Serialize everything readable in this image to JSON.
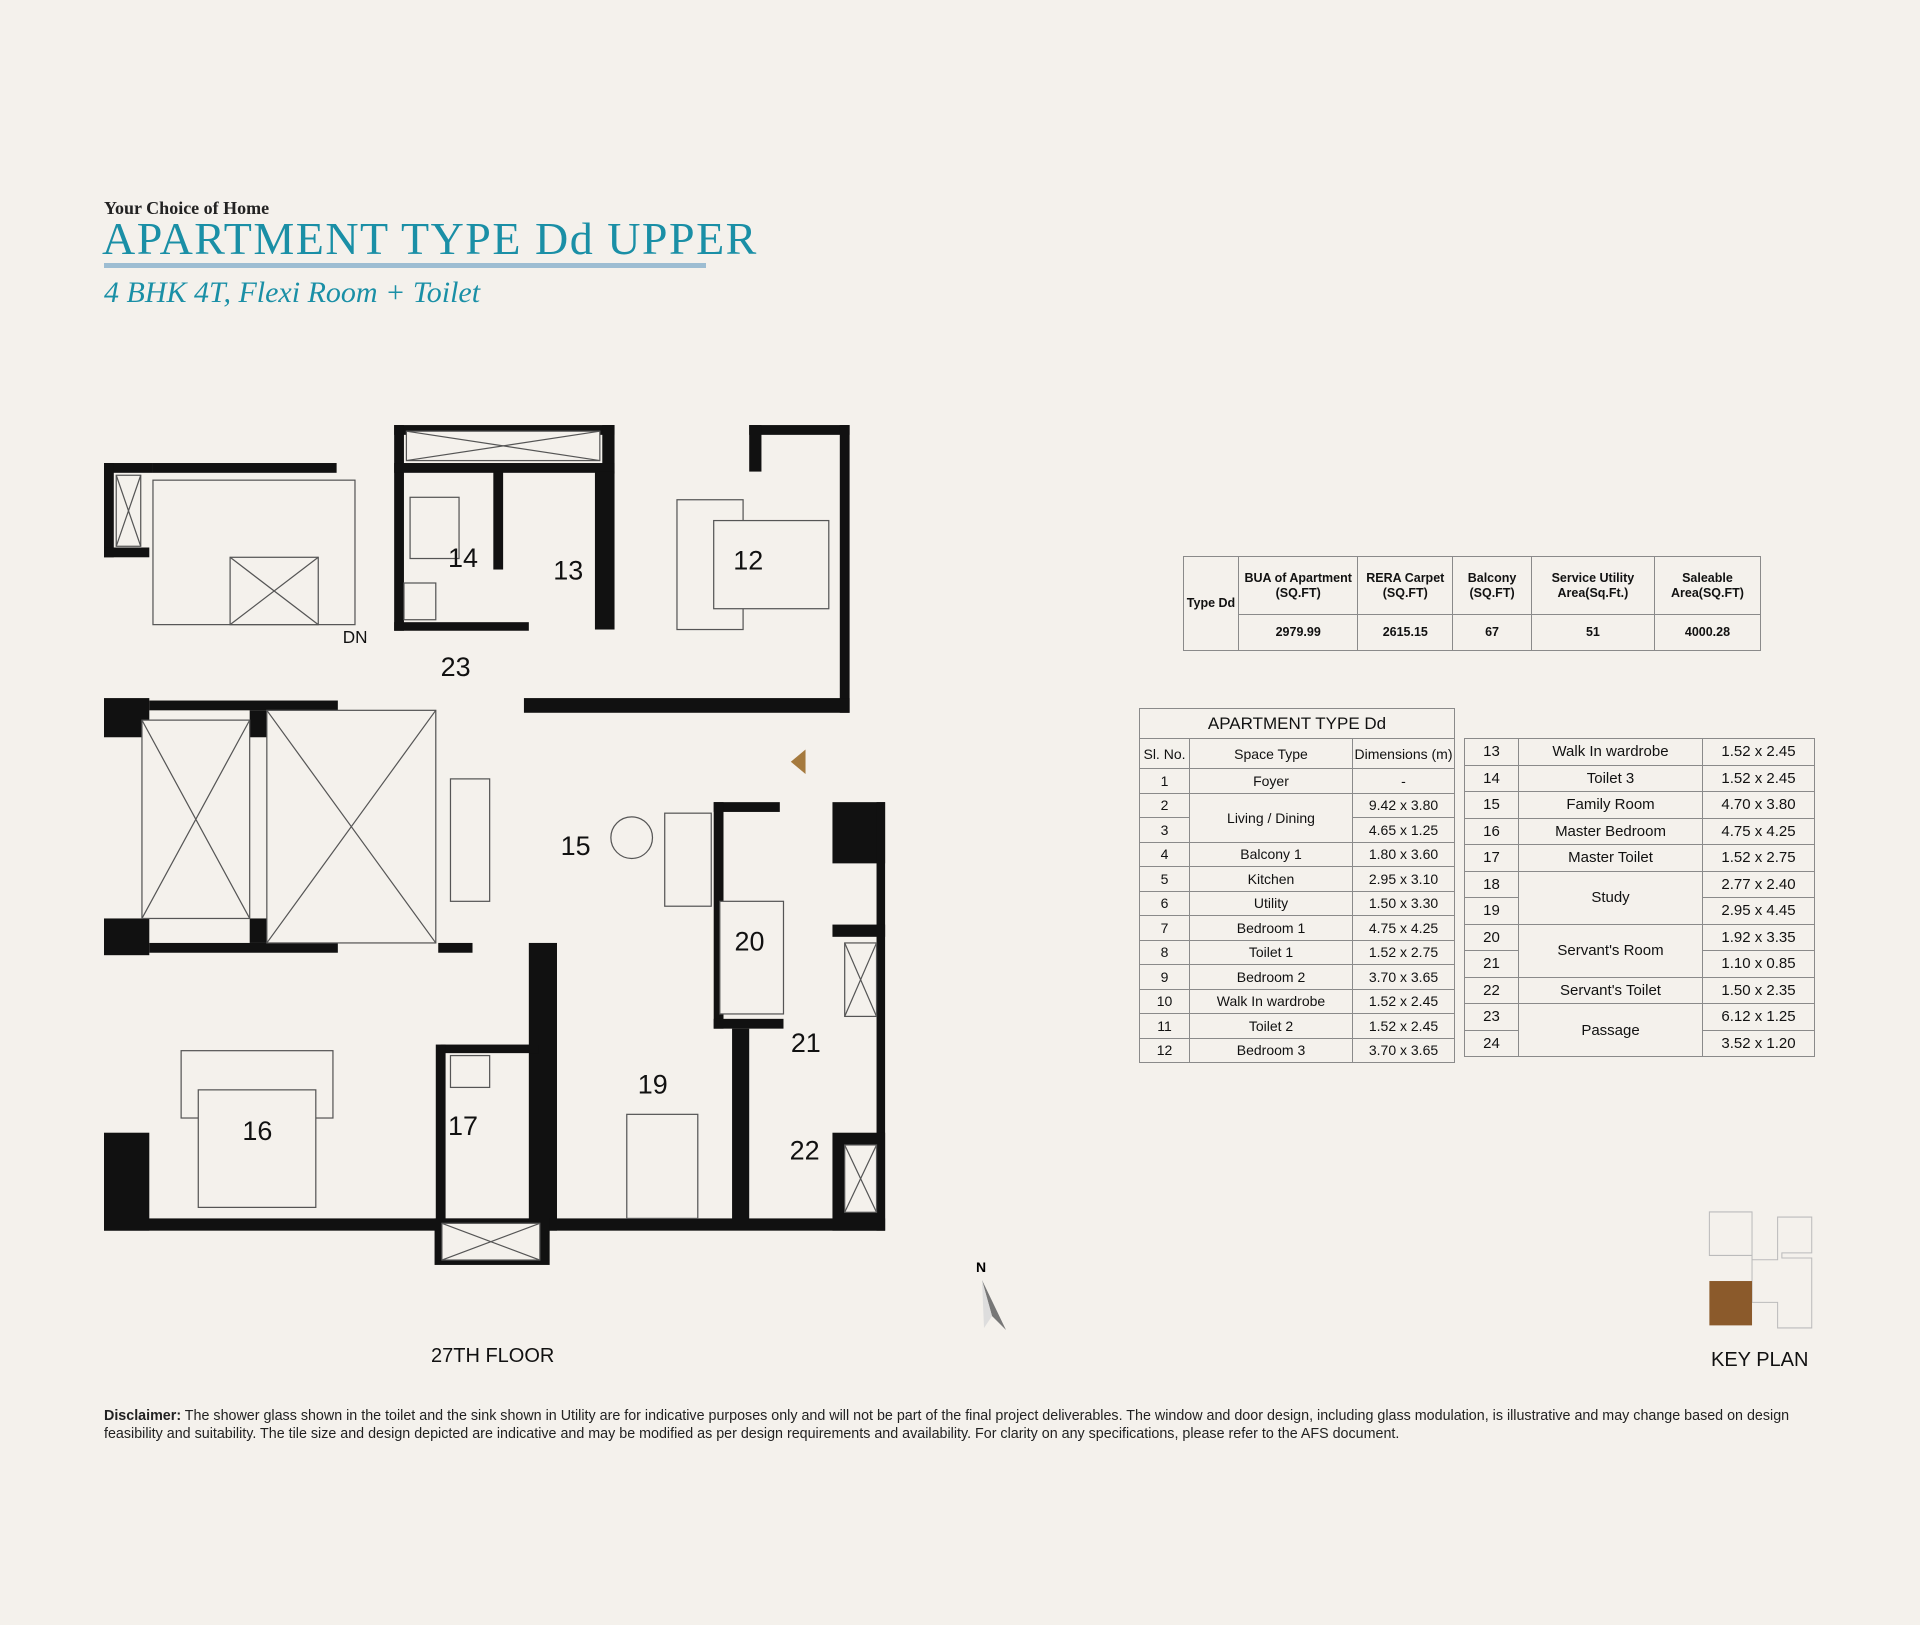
{
  "header": {
    "tagline": "Your Choice of Home",
    "title": "APARTMENT TYPE Dd UPPER",
    "subtitle": "4 BHK 4T, Flexi Room + Toilet",
    "accent_color": "#1a8fa6"
  },
  "plan": {
    "room_labels": {
      "r12": "12",
      "r13": "13",
      "r14": "14",
      "dn": "DN",
      "r23": "23",
      "r15": "15",
      "r20": "20",
      "r21": "21",
      "r19": "19",
      "r16": "16",
      "r17": "17",
      "r22": "22"
    },
    "floor_label": "27TH FLOOR",
    "north_label": "N"
  },
  "summary": {
    "type_label": "Type Dd",
    "headers": [
      "BUA of Apartment (SQ.FT)",
      "RERA Carpet (SQ.FT)",
      "Balcony (SQ.FT)",
      "Service Utility Area(Sq.Ft.)",
      "Saleable Area(SQ.FT)"
    ],
    "values": [
      "2979.99",
      "2615.15",
      "67",
      "51",
      "4000.28"
    ]
  },
  "rooms": {
    "title": "APARTMENT TYPE Dd",
    "headers": [
      "Sl. No.",
      "Space Type",
      "Dimensions (m)"
    ],
    "left": [
      {
        "no": "1",
        "space": "Foyer",
        "dim": "-"
      },
      {
        "no": "2",
        "space": "Living / Dining",
        "span": 2,
        "dim": "9.42 x 3.80"
      },
      {
        "no": "3",
        "dim": "4.65 x 1.25"
      },
      {
        "no": "4",
        "space": "Balcony 1",
        "dim": "1.80 x 3.60"
      },
      {
        "no": "5",
        "space": "Kitchen",
        "dim": "2.95 x 3.10"
      },
      {
        "no": "6",
        "space": "Utility",
        "dim": "1.50 x 3.30"
      },
      {
        "no": "7",
        "space": "Bedroom 1",
        "dim": "4.75 x 4.25"
      },
      {
        "no": "8",
        "space": "Toilet 1",
        "dim": "1.52 x 2.75"
      },
      {
        "no": "9",
        "space": "Bedroom 2",
        "dim": "3.70 x 3.65"
      },
      {
        "no": "10",
        "space": "Walk In wardrobe",
        "dim": "1.52 x 2.45"
      },
      {
        "no": "11",
        "space": "Toilet 2",
        "dim": "1.52 x 2.45"
      },
      {
        "no": "12",
        "space": "Bedroom 3",
        "dim": "3.70 x 3.65"
      }
    ],
    "right": [
      {
        "no": "13",
        "space": "Walk In wardrobe",
        "dim": "1.52 x 2.45"
      },
      {
        "no": "14",
        "space": "Toilet 3",
        "dim": "1.52 x 2.45"
      },
      {
        "no": "15",
        "space": "Family Room",
        "dim": "4.70 x 3.80"
      },
      {
        "no": "16",
        "space": "Master Bedroom",
        "dim": "4.75 x 4.25"
      },
      {
        "no": "17",
        "space": "Master Toilet",
        "dim": "1.52 x 2.75"
      },
      {
        "no": "18",
        "space": "Study",
        "span": 2,
        "dim": "2.77 x 2.40"
      },
      {
        "no": "19",
        "dim": "2.95 x 4.45"
      },
      {
        "no": "20",
        "space": "Servant's Room",
        "span": 2,
        "dim": "1.92 x 3.35"
      },
      {
        "no": "21",
        "dim": "1.10 x 0.85"
      },
      {
        "no": "22",
        "space": "Servant's Toilet",
        "dim": "1.50 x 2.35"
      },
      {
        "no": "23",
        "space": "Passage",
        "span": 2,
        "dim": "6.12 x 1.25"
      },
      {
        "no": "24",
        "dim": "3.52 x 1.20"
      }
    ]
  },
  "keyplan": {
    "label": "KEY PLAN",
    "highlight_color": "#8b5a2b"
  },
  "disclaimer": {
    "label": "Disclaimer:",
    "text": " The shower glass shown in the toilet and the sink shown in Utility are for indicative purposes only and will not be part of the final project deliverables. The window and door design, including glass modulation, is illustrative and may change based on design feasibility and suitability. The tile size and design depicted are indicative and may be modified as per design requirements and availability. For clarity on any specifications, please refer to the AFS document."
  }
}
